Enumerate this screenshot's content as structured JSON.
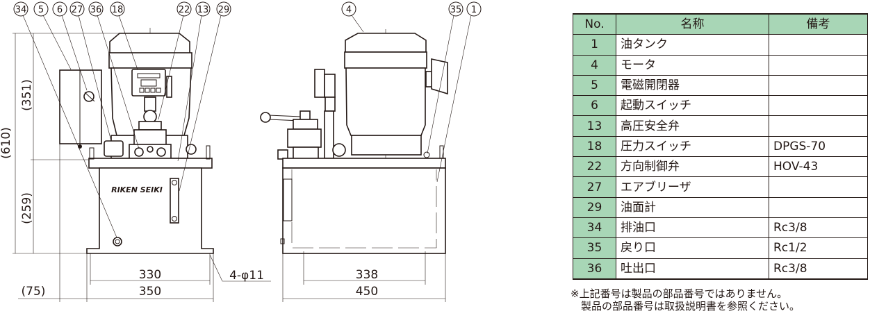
{
  "callouts_front": [
    "34",
    "5",
    "6",
    "27",
    "36",
    "18",
    "22",
    "13",
    "29"
  ],
  "callouts_side": [
    "4",
    "35",
    "1"
  ],
  "brand_label": "RIKEN SEIKI",
  "front_dimensions": {
    "total_height": "(610)",
    "upper_height": "(351)",
    "lower_height": "(259)",
    "inner_width": "330",
    "outer_width": "350",
    "offset": "(75)",
    "holes": "4-φ11"
  },
  "side_dimensions": {
    "inner_width": "338",
    "outer_width": "450"
  },
  "table": {
    "headers": [
      "No.",
      "名称",
      "備考"
    ],
    "rows": [
      {
        "no": "1",
        "name": "油タンク",
        "note": ""
      },
      {
        "no": "4",
        "name": "モータ",
        "note": ""
      },
      {
        "no": "5",
        "name": "電磁開閉器",
        "note": ""
      },
      {
        "no": "6",
        "name": "起動スイッチ",
        "note": ""
      },
      {
        "no": "13",
        "name": "高圧安全弁",
        "note": ""
      },
      {
        "no": "18",
        "name": "圧力スイッチ",
        "note": "DPGS-70"
      },
      {
        "no": "22",
        "name": "方向制御弁",
        "note": "HOV-43"
      },
      {
        "no": "27",
        "name": "エアブリーザ",
        "note": ""
      },
      {
        "no": "29",
        "name": "油面計",
        "note": ""
      },
      {
        "no": "34",
        "name": "排油口",
        "note": "Rc3/8"
      },
      {
        "no": "35",
        "name": "戻り口",
        "note": "Rc1/2"
      },
      {
        "no": "36",
        "name": "吐出口",
        "note": "Rc3/8"
      }
    ]
  },
  "footnote": [
    "※上記番号は製品の部品番号ではありません。",
    "製品の部品番号は取扱説明書を参照ください。"
  ],
  "colors": {
    "header_bg": "#a8d6b6",
    "line": "#231815"
  }
}
